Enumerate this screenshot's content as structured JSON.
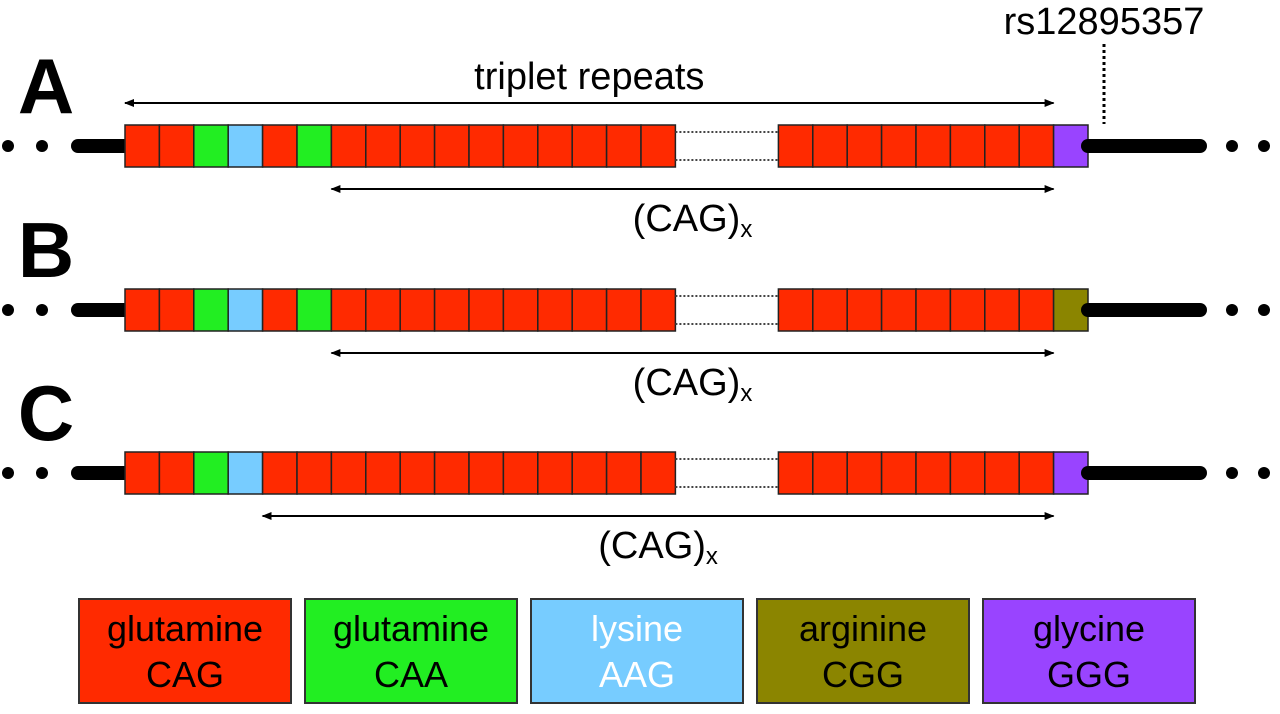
{
  "snp_label": "rs12895357",
  "rows": [
    {
      "id": "A",
      "label": "A",
      "top_span_label": "triplet repeats",
      "repeat_label": "(CAG)",
      "repeat_subscript": "x",
      "codons": [
        "CAG",
        "CAG",
        "CAA",
        "AAG",
        "CAG",
        "CAA",
        "CAG",
        "CAG",
        "CAG",
        "CAG",
        "CAG",
        "CAG",
        "CAG",
        "CAG",
        "CAG",
        "CAG",
        "GAP",
        "CAG",
        "CAG",
        "CAG",
        "CAG",
        "CAG",
        "CAG",
        "CAG",
        "CAG",
        "GGG"
      ],
      "repeat_start_index": 6
    },
    {
      "id": "B",
      "label": "B",
      "repeat_label": "(CAG)",
      "repeat_subscript": "x",
      "codons": [
        "CAG",
        "CAG",
        "CAA",
        "AAG",
        "CAG",
        "CAA",
        "CAG",
        "CAG",
        "CAG",
        "CAG",
        "CAG",
        "CAG",
        "CAG",
        "CAG",
        "CAG",
        "CAG",
        "GAP",
        "CAG",
        "CAG",
        "CAG",
        "CAG",
        "CAG",
        "CAG",
        "CAG",
        "CAG",
        "CGG"
      ],
      "repeat_start_index": 6
    },
    {
      "id": "C",
      "label": "C",
      "repeat_label": "(CAG)",
      "repeat_subscript": "x",
      "codons": [
        "CAG",
        "CAG",
        "CAA",
        "AAG",
        "CAG",
        "CAG",
        "CAG",
        "CAG",
        "CAG",
        "CAG",
        "CAG",
        "CAG",
        "CAG",
        "CAG",
        "CAG",
        "CAG",
        "GAP",
        "CAG",
        "CAG",
        "CAG",
        "CAG",
        "CAG",
        "CAG",
        "CAG",
        "CAG",
        "GGG"
      ],
      "repeat_start_index": 4
    }
  ],
  "legend": [
    {
      "codon": "CAG",
      "amino_acid": "glutamine",
      "color": "#ff2a00",
      "text_color": "#000000"
    },
    {
      "codon": "CAA",
      "amino_acid": "glutamine",
      "color": "#22ee22",
      "text_color": "#000000"
    },
    {
      "codon": "AAG",
      "amino_acid": "lysine",
      "color": "#77ccff",
      "text_color": "#ffffff"
    },
    {
      "codon": "CGG",
      "amino_acid": "arginine",
      "color": "#8b8500",
      "text_color": "#000000"
    },
    {
      "codon": "GGG",
      "amino_acid": "glycine",
      "color": "#9944ff",
      "text_color": "#000000"
    }
  ]
}
